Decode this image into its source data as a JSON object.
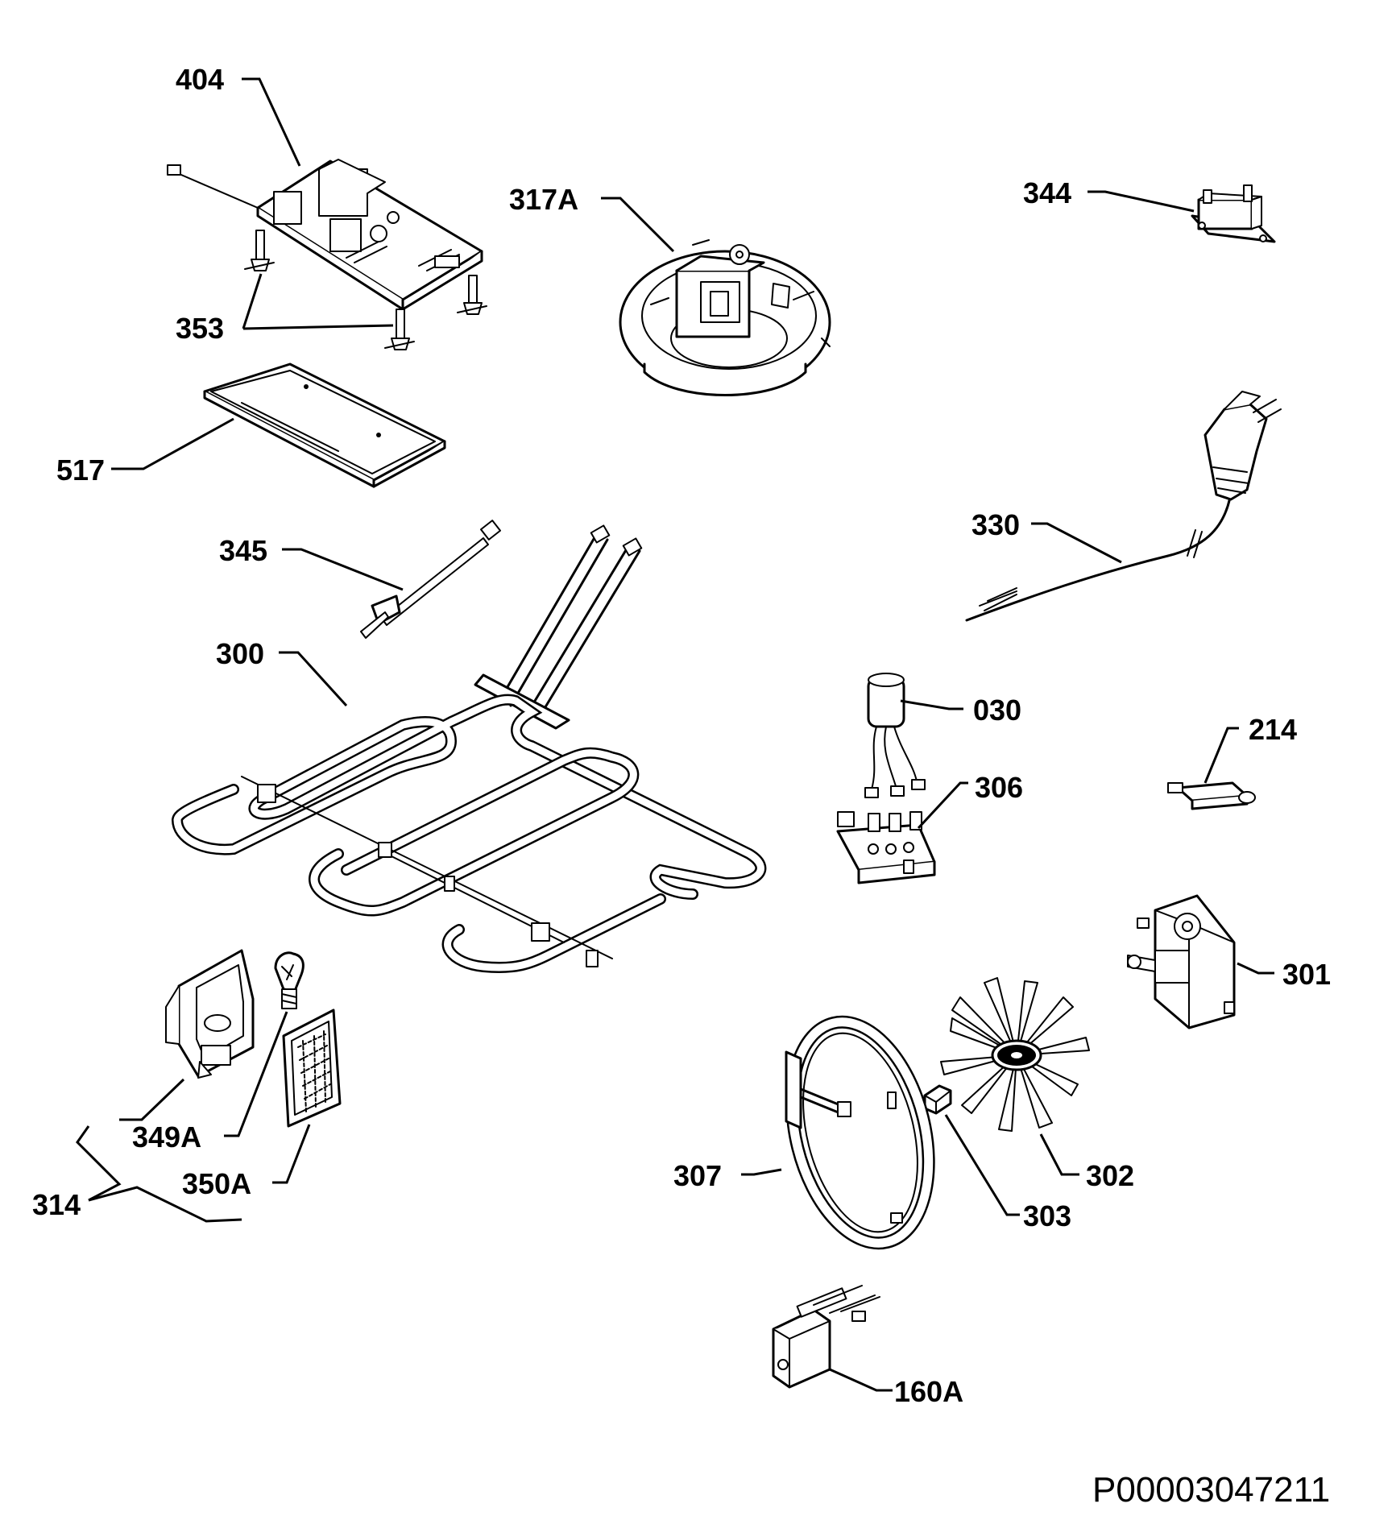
{
  "labels": {
    "p404": "404",
    "p317a": "317A",
    "p344": "344",
    "p353": "353",
    "p517": "517",
    "p330": "330",
    "p345": "345",
    "p300": "300",
    "p030": "030",
    "p214": "214",
    "p306": "306",
    "p301": "301",
    "p349a": "349A",
    "p350a": "350A",
    "p314": "314",
    "p307": "307",
    "p303": "303",
    "p302": "302",
    "p160a": "160A"
  },
  "document_code": "P00003047211"
}
